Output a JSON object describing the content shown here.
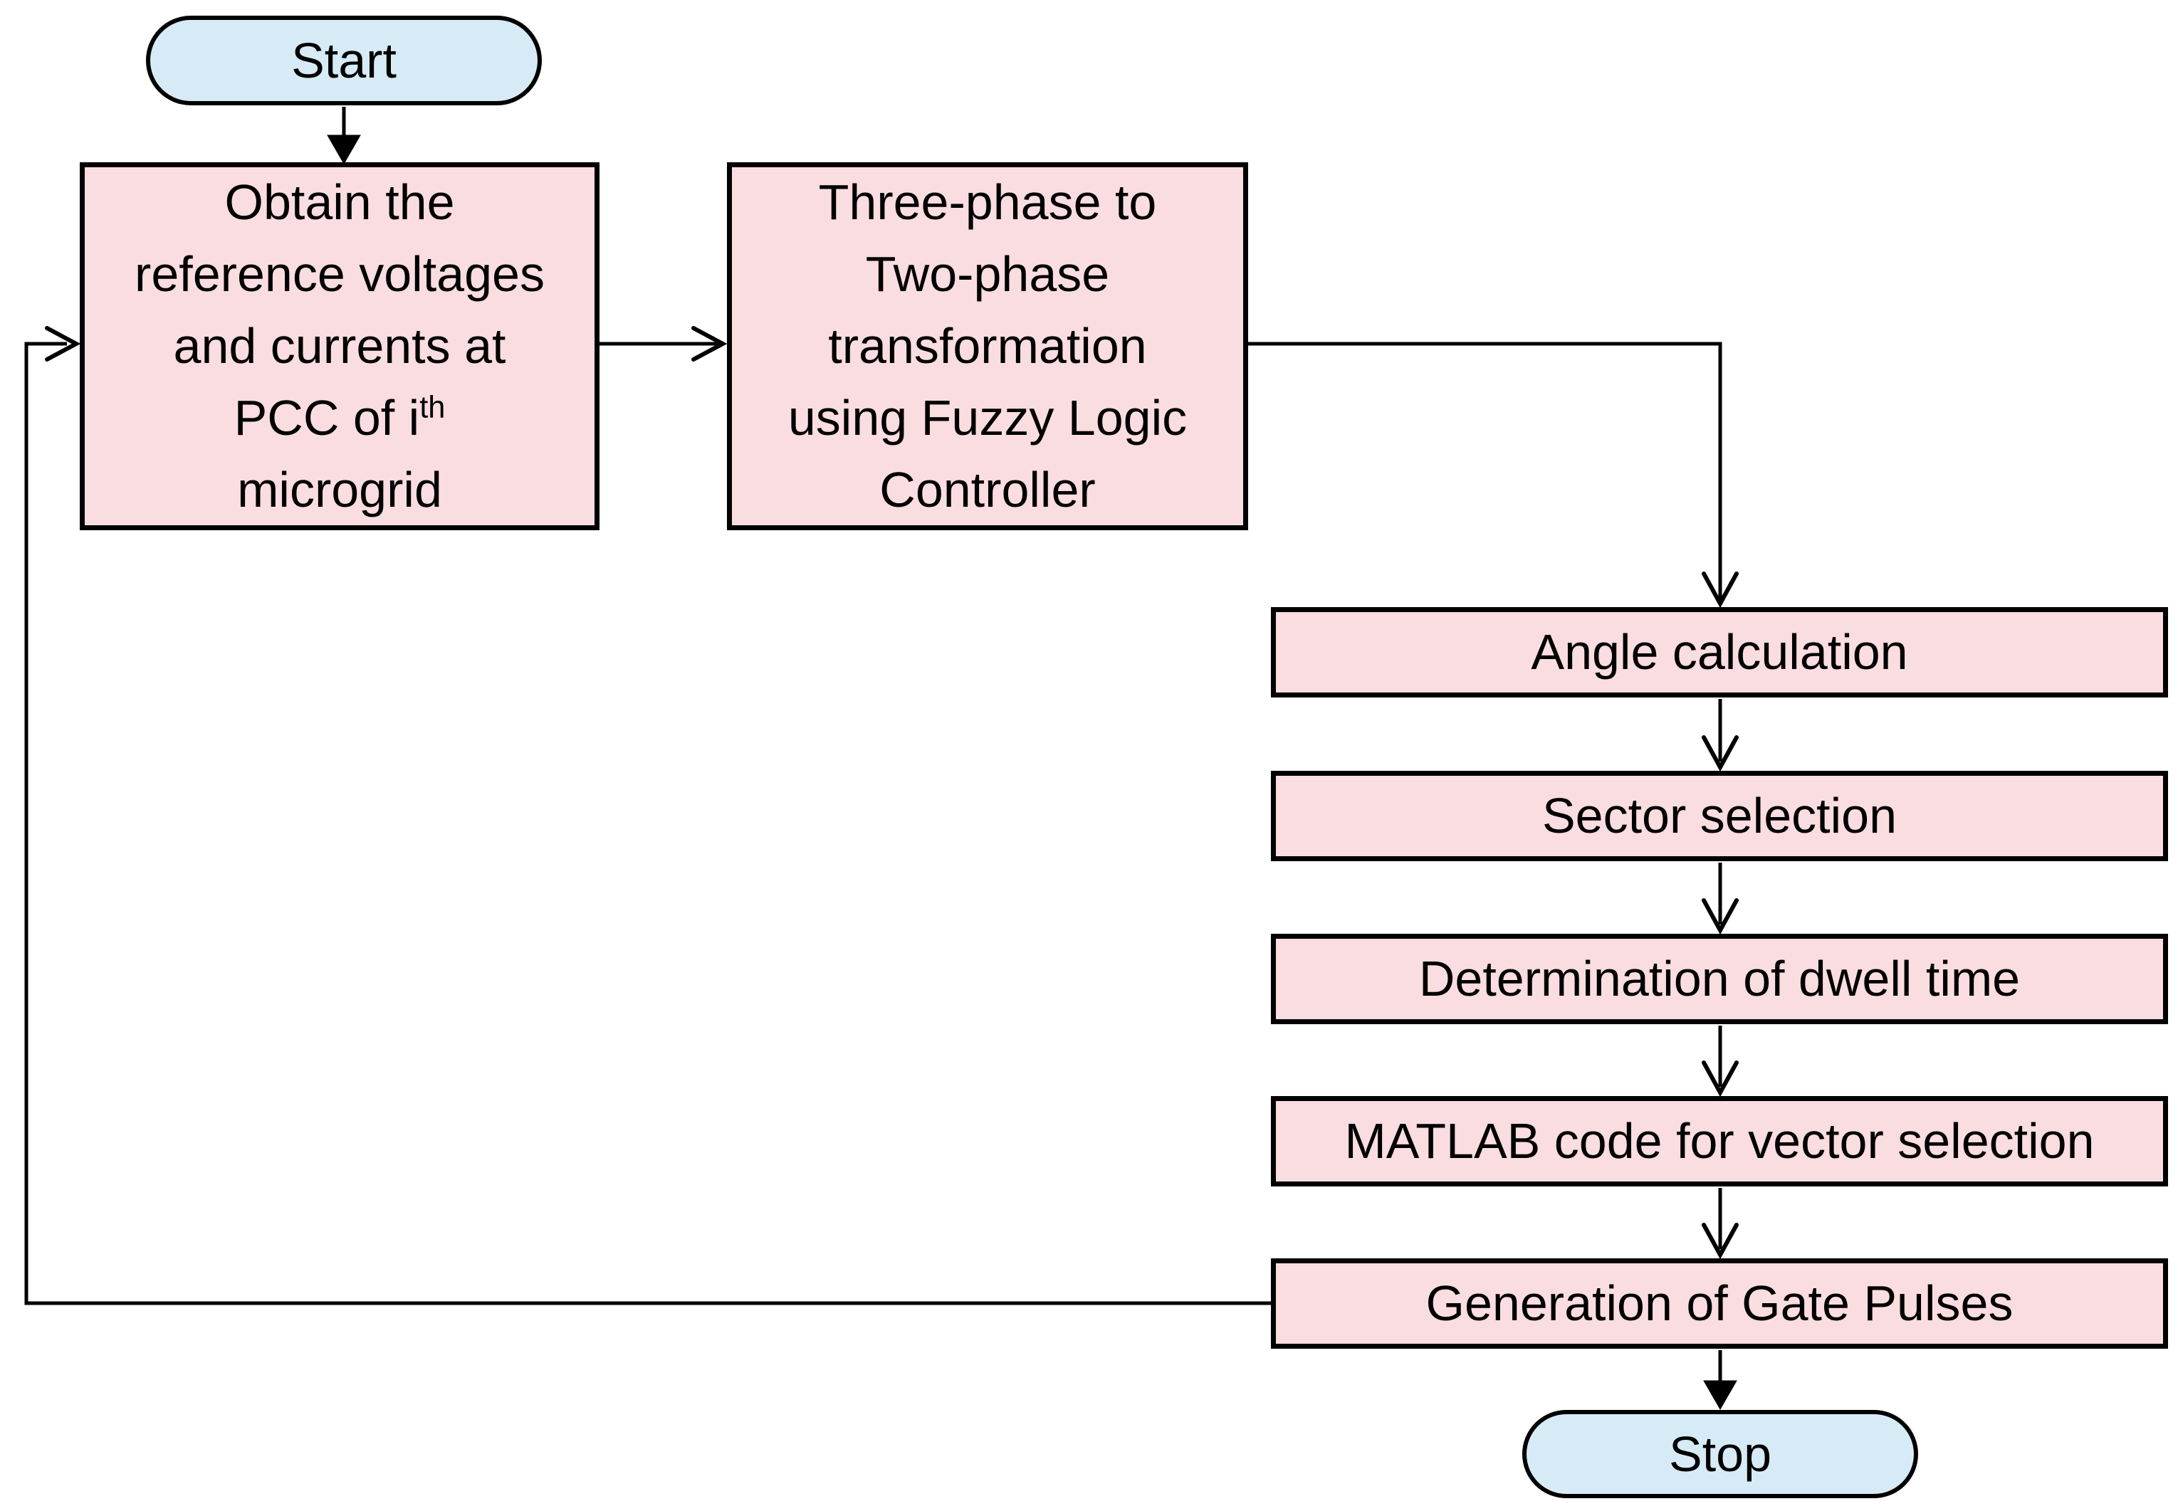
{
  "nodes": {
    "start": {
      "label": "Start"
    },
    "obtain": {
      "lines": [
        "Obtain the",
        "reference voltages",
        "and currents at",
        "PCC of i",
        "microgrid"
      ],
      "superscript": "th"
    },
    "transform": {
      "lines": [
        "Three-phase to",
        "Two-phase",
        "transformation",
        "using Fuzzy Logic",
        "Controller"
      ]
    },
    "angle": {
      "label": "Angle calculation"
    },
    "sector": {
      "label": "Sector selection"
    },
    "dwell": {
      "label": "Determination of dwell time"
    },
    "matlab": {
      "label": "MATLAB code for vector selection"
    },
    "gate": {
      "label": "Generation of Gate Pulses"
    },
    "stop": {
      "label": "Stop"
    }
  },
  "edges": [
    {
      "from": "start",
      "to": "obtain",
      "arrowhead": "filled"
    },
    {
      "from": "obtain",
      "to": "transform",
      "arrowhead": "open"
    },
    {
      "from": "transform",
      "to": "angle",
      "arrowhead": "open"
    },
    {
      "from": "angle",
      "to": "sector",
      "arrowhead": "open"
    },
    {
      "from": "sector",
      "to": "dwell",
      "arrowhead": "open"
    },
    {
      "from": "dwell",
      "to": "matlab",
      "arrowhead": "open"
    },
    {
      "from": "matlab",
      "to": "gate",
      "arrowhead": "open"
    },
    {
      "from": "gate",
      "to": "stop",
      "arrowhead": "filled"
    },
    {
      "from": "gate",
      "to": "obtain",
      "arrowhead": "open",
      "note": "feedback loop"
    }
  ],
  "colors": {
    "process_fill": "#fadde0",
    "terminal_fill": "#d6ebf5",
    "stroke": "#000000",
    "background": "#ffffff"
  }
}
